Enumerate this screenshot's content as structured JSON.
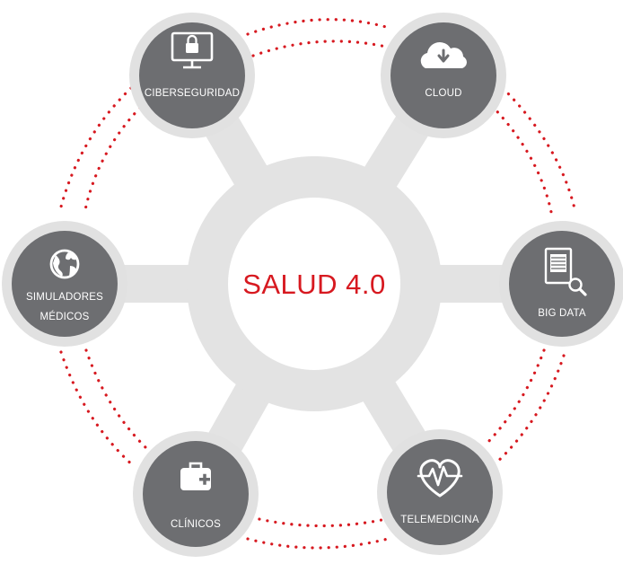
{
  "center": {
    "title": "SALUD 4.0"
  },
  "nodes": [
    {
      "id": "ciberseguridad",
      "lines": [
        "CIBERSEGURIDAD"
      ],
      "icon": "lock-monitor-icon"
    },
    {
      "id": "cloud",
      "lines": [
        "CLOUD"
      ],
      "icon": "cloud-download-icon"
    },
    {
      "id": "big-data",
      "lines": [
        "BIG DATA"
      ],
      "icon": "document-search-icon"
    },
    {
      "id": "telemedicina",
      "lines": [
        "TELEMEDICINA"
      ],
      "icon": "heart-pulse-icon"
    },
    {
      "id": "clinicos",
      "lines": [
        "CLÍNICOS"
      ],
      "icon": "medical-kit-icon"
    },
    {
      "id": "simuladores-medicos",
      "lines": [
        "SIMULADORES",
        "MÉDICOS"
      ],
      "icon": "globe-network-icon"
    }
  ],
  "colors": {
    "accent_red": "#d71920",
    "node_fill": "#6d6e71",
    "node_ring": "#e1e1e1",
    "hub": "#e3e3e3",
    "dots": "#d71920"
  }
}
